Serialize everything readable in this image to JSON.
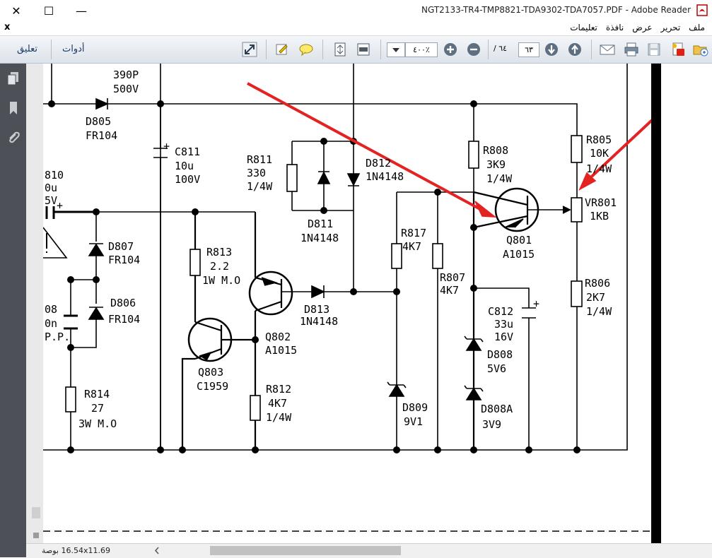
{
  "window": {
    "title": "NGT2133-TR4-TMP8821-TDA9302-TDA7057.PDF - Adobe Reader",
    "minimize_glyph": "—",
    "maximize_glyph": "☐",
    "close_glyph": "✕"
  },
  "menubar": {
    "close_doc_glyph": "x",
    "items": [
      "ملف",
      "تحرير",
      "عرض",
      "نافذة",
      "تعليمات"
    ]
  },
  "toolbar": {
    "comment_label": "تعليق",
    "tools_label": "أدوات",
    "zoom_value": "٤٠٠٪",
    "page_current": "٦٣",
    "page_total": "/ ٦٤"
  },
  "statusbar": {
    "page_size": "16.54x11.69 بوصة"
  },
  "schematic": {
    "labels": [
      {
        "id": "c0",
        "text": "390P"
      },
      {
        "id": "c1",
        "text": "500V"
      },
      {
        "id": "d805a",
        "text": "D805"
      },
      {
        "id": "d805b",
        "text": "FR104"
      },
      {
        "id": "c811a",
        "text": "C811"
      },
      {
        "id": "c811b",
        "text": "10u"
      },
      {
        "id": "c811c",
        "text": "100V"
      },
      {
        "id": "r811a",
        "text": "R811"
      },
      {
        "id": "r811b",
        "text": "330"
      },
      {
        "id": "r811c",
        "text": "1/4W"
      },
      {
        "id": "d812a",
        "text": "D812"
      },
      {
        "id": "d812b",
        "text": "1N4148"
      },
      {
        "id": "d811a",
        "text": "D811"
      },
      {
        "id": "d811b",
        "text": "1N4148"
      },
      {
        "id": "r808a",
        "text": "R808"
      },
      {
        "id": "r808b",
        "text": "3K9"
      },
      {
        "id": "r808c",
        "text": "1/4W"
      },
      {
        "id": "r805a",
        "text": "R805"
      },
      {
        "id": "r805b",
        "text": "10K"
      },
      {
        "id": "r805c",
        "text": "1/4W"
      },
      {
        "id": "vr801a",
        "text": "VR801"
      },
      {
        "id": "vr801b",
        "text": "1KB"
      },
      {
        "id": "q801a",
        "text": "Q801"
      },
      {
        "id": "q801b",
        "text": "A1015"
      },
      {
        "id": "r806a",
        "text": "R806"
      },
      {
        "id": "r806b",
        "text": "2K7"
      },
      {
        "id": "r806c",
        "text": "1/4W"
      },
      {
        "id": "r817a",
        "text": "R817"
      },
      {
        "id": "r817b",
        "text": "4K7"
      },
      {
        "id": "r807a",
        "text": "R807"
      },
      {
        "id": "r807b",
        "text": "4K7"
      },
      {
        "id": "c812a",
        "text": "C812"
      },
      {
        "id": "c812b",
        "text": "33u"
      },
      {
        "id": "c812c",
        "text": "16V"
      },
      {
        "id": "d808a",
        "text": "D808"
      },
      {
        "id": "d808b",
        "text": "5V6"
      },
      {
        "id": "d808Aa",
        "text": "D808A"
      },
      {
        "id": "d808Ab",
        "text": "3V9"
      },
      {
        "id": "d809a",
        "text": "D809"
      },
      {
        "id": "d809b",
        "text": "9V1"
      },
      {
        "id": "d813a",
        "text": "D813"
      },
      {
        "id": "d813b",
        "text": "1N4148"
      },
      {
        "id": "q802a",
        "text": "Q802"
      },
      {
        "id": "q802b",
        "text": "A1015"
      },
      {
        "id": "q803a",
        "text": "Q803"
      },
      {
        "id": "q803b",
        "text": "C1959"
      },
      {
        "id": "r813a",
        "text": "R813"
      },
      {
        "id": "r813b",
        "text": "2.2"
      },
      {
        "id": "r813c",
        "text": "1W M.O"
      },
      {
        "id": "r812a",
        "text": "R812"
      },
      {
        "id": "r812b",
        "text": "4K7"
      },
      {
        "id": "r812c",
        "text": "1/4W"
      },
      {
        "id": "d807a",
        "text": "D807"
      },
      {
        "id": "d807b",
        "text": "FR104"
      },
      {
        "id": "d806a",
        "text": "D806"
      },
      {
        "id": "d806b",
        "text": "FR104"
      },
      {
        "id": "r814a",
        "text": "R814"
      },
      {
        "id": "r814b",
        "text": "27"
      },
      {
        "id": "r814c",
        "text": "3W M.O"
      },
      {
        "id": "p810a",
        "text": "810"
      },
      {
        "id": "p810b",
        "text": "0u"
      },
      {
        "id": "p810c",
        "text": "5V"
      },
      {
        "id": "p808a",
        "text": "08"
      },
      {
        "id": "p808b",
        "text": "0n"
      },
      {
        "id": "p808c",
        "text": "P.P."
      }
    ]
  }
}
